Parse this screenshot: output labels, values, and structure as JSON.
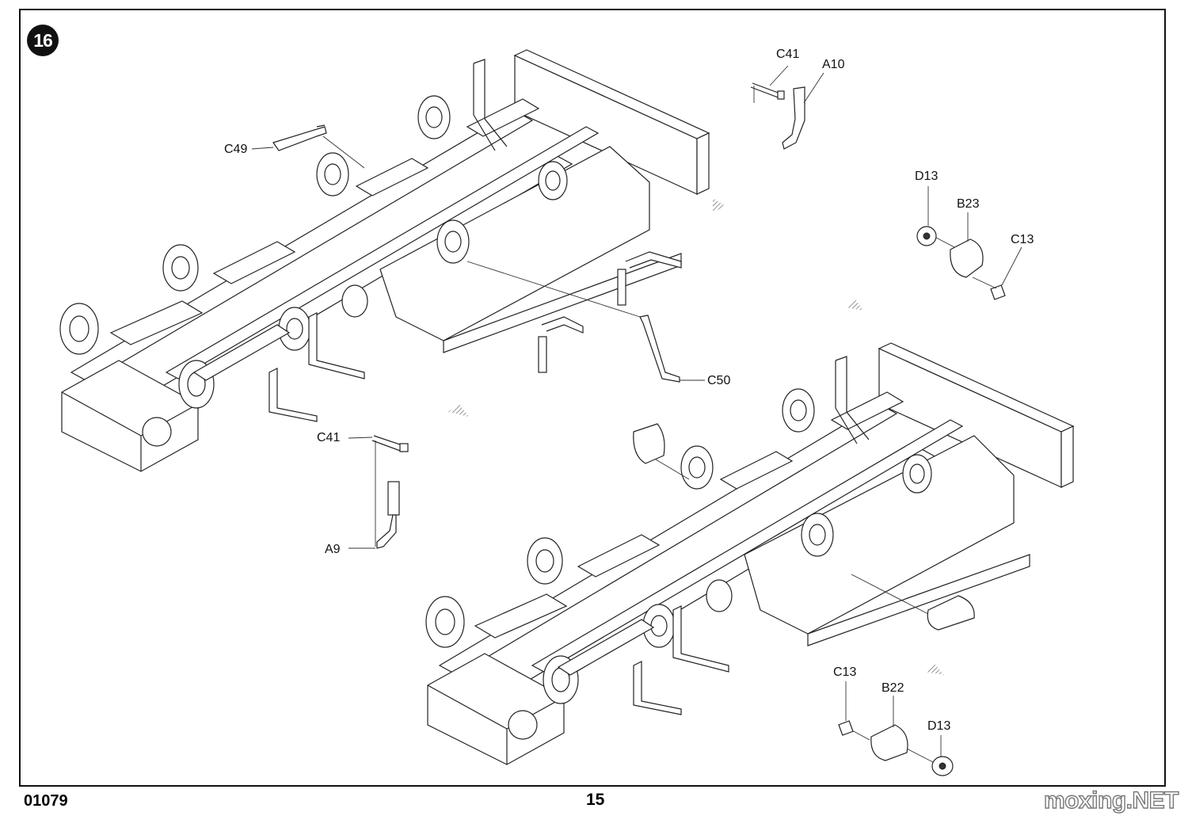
{
  "page": {
    "step_number": "16",
    "kit_code": "01079",
    "page_number": "15",
    "watermark": "moxing.NET"
  },
  "callouts": {
    "c49": "C49",
    "c41_top": "C41",
    "a10": "A10",
    "d13_top": "D13",
    "b23": "B23",
    "c13_top": "C13",
    "c50": "C50",
    "c41_left": "C41",
    "a9": "A9",
    "c13_bottom": "C13",
    "b22": "B22",
    "d13_bottom": "D13"
  }
}
